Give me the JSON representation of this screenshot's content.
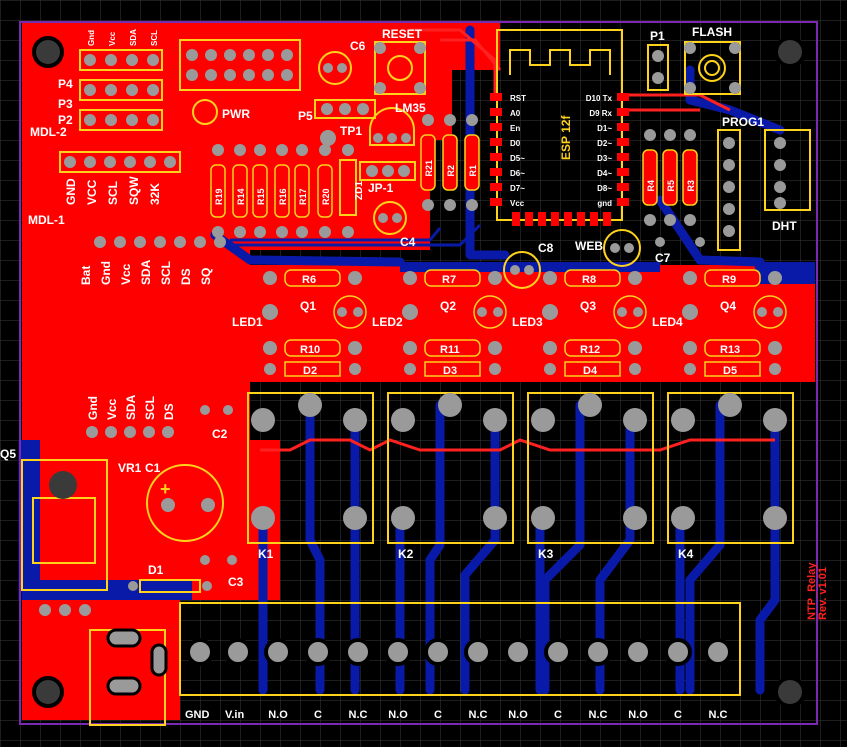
{
  "colors": {
    "background": "#000000",
    "grid": "#3a3a3a",
    "copper_top": "#ff0000",
    "copper_bottom": "#0a1aa8",
    "silkscreen": "#ffd21c",
    "pad": "#9a9a9a",
    "outline": "#7a2ab0"
  },
  "labels": {
    "reset": "RESET",
    "flash": "FLASH",
    "p1": "P1",
    "pwr": "PWR",
    "c6": "C6",
    "lm35": "LM35",
    "p5": "P5",
    "tp1": "TP1",
    "jp1": "JP-1",
    "mdl2": "MDL-2",
    "mdl1": "MDL-1",
    "p4": "P4",
    "p3": "P3",
    "p2": "P2",
    "prog1": "PROG1",
    "dht": "DHT",
    "web": "WEB",
    "c8": "C8",
    "c7": "C7",
    "c4": "C4",
    "c2": "C2",
    "c3": "C3",
    "c1": "C1",
    "vr1": "VR1",
    "d1": "D1",
    "q5": "Q5",
    "k1": "K1",
    "k2": "K2",
    "k3": "K3",
    "k4": "K4",
    "gnd": "GND",
    "vin": "V.in",
    "esp": "ESP 12f",
    "zd1": "ZD1",
    "title": "NTP_Relay",
    "rev": "Rev. v1.01"
  },
  "mdl2_pins": [
    "Gnd",
    "Vcc",
    "SDA",
    "SCL"
  ],
  "mdl1_pins": [
    "GND",
    "VCC",
    "SCL",
    "SQW",
    "32K"
  ],
  "ds_pins": [
    "Bat",
    "Gnd",
    "Vcc",
    "SDA",
    "SCL",
    "DS",
    "SQ"
  ],
  "c2_pins": [
    "Gnd",
    "Vcc",
    "SDA",
    "SCL",
    "DS"
  ],
  "esp_left": [
    "RST",
    "A0",
    "En",
    "D0",
    "D5~",
    "D6~",
    "D7~",
    "Vcc"
  ],
  "esp_right": [
    "D10 Tx",
    "D9 Rx",
    "D1~",
    "D2~",
    "D3~",
    "D4~",
    "D8~",
    "gnd"
  ],
  "resistors_vertical": [
    "R19",
    "R14",
    "R15",
    "R16",
    "R17",
    "R20",
    "R21",
    "R2",
    "R1",
    "R4",
    "R5",
    "R3"
  ],
  "resistors_row1": [
    "R6",
    "R7",
    "R8",
    "R9"
  ],
  "resistors_row2": [
    "R10",
    "R11",
    "R12",
    "R13"
  ],
  "transistors": [
    "Q1",
    "Q2",
    "Q3",
    "Q4"
  ],
  "leds": [
    "LED1",
    "LED2",
    "LED3",
    "LED4"
  ],
  "diodes": [
    "D2",
    "D3",
    "D4",
    "D5"
  ],
  "terminals": [
    "N.O",
    "C",
    "N.C",
    "N.O",
    "C",
    "N.C",
    "N.O",
    "C",
    "N.C",
    "N.O",
    "C",
    "N.C"
  ]
}
